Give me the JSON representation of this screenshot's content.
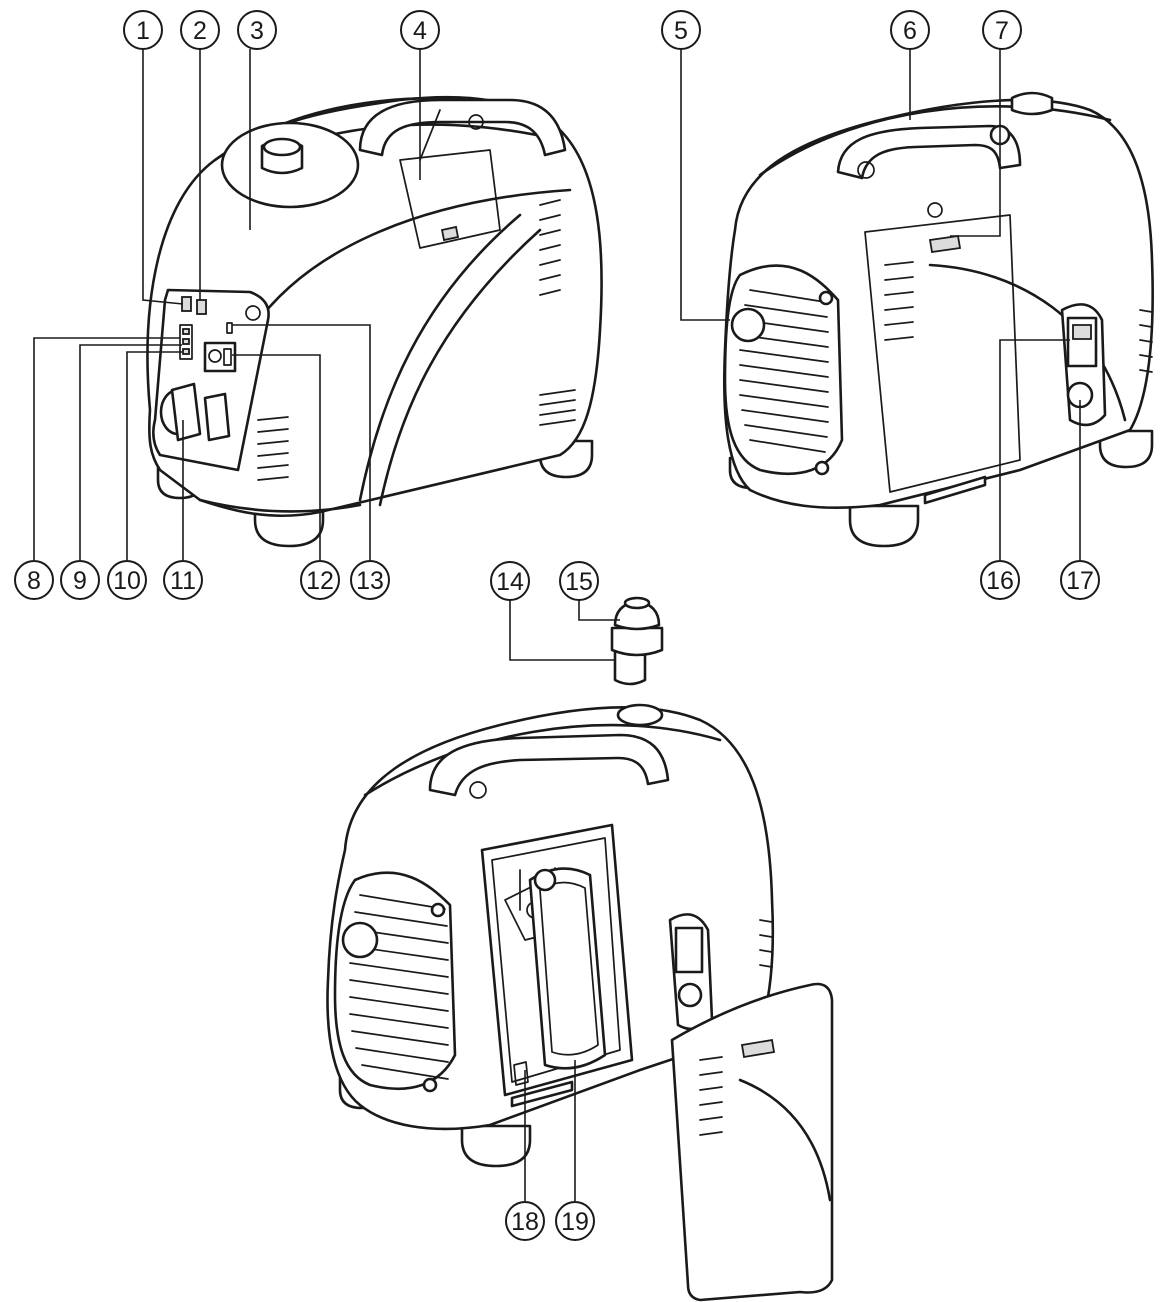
{
  "colors": {
    "line": "#1a1a1a",
    "background": "#ffffff"
  },
  "callouts": [
    {
      "id": "1",
      "label": "1"
    },
    {
      "id": "2",
      "label": "2"
    },
    {
      "id": "3",
      "label": "3"
    },
    {
      "id": "4",
      "label": "4"
    },
    {
      "id": "5",
      "label": "5"
    },
    {
      "id": "6",
      "label": "6"
    },
    {
      "id": "7",
      "label": "7"
    },
    {
      "id": "8",
      "label": "8"
    },
    {
      "id": "9",
      "label": "9"
    },
    {
      "id": "10",
      "label": "10"
    },
    {
      "id": "11",
      "label": "11"
    },
    {
      "id": "12",
      "label": "12"
    },
    {
      "id": "13",
      "label": "13"
    },
    {
      "id": "14",
      "label": "14"
    },
    {
      "id": "15",
      "label": "15"
    },
    {
      "id": "16",
      "label": "16"
    },
    {
      "id": "17",
      "label": "17"
    },
    {
      "id": "18",
      "label": "18"
    },
    {
      "id": "19",
      "label": "19"
    }
  ]
}
